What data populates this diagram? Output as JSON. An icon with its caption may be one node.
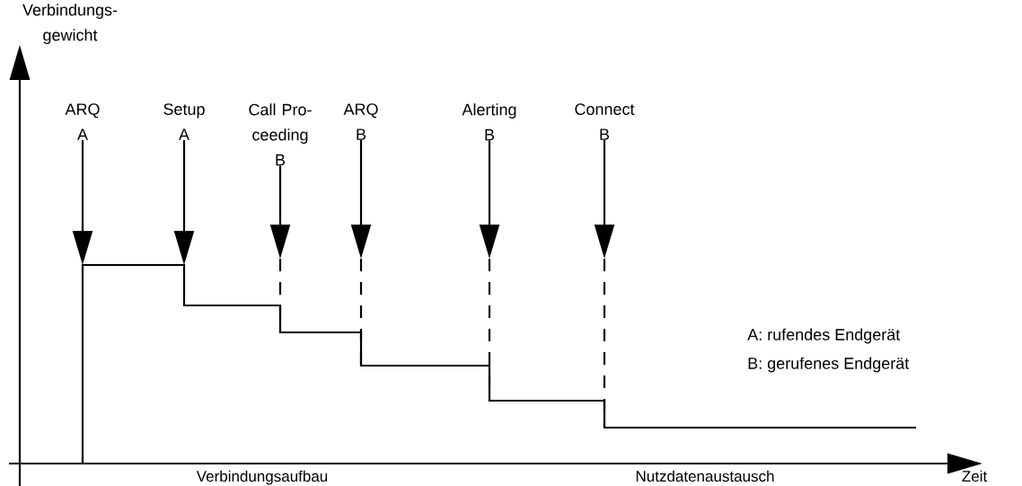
{
  "diagram": {
    "nodes": [
      {
        "text": [
          "ARQ",
          "A"
        ]
      },
      {
        "text": [
          "Setup",
          "A"
        ]
      },
      {
        "text": [
          "Call Pro- ceeding",
          "B"
        ]
      },
      {
        "text": [
          "ARQ",
          "B"
        ]
      },
      {
        "text": [
          "Alerting",
          "B"
        ]
      },
      {
        "text": [
          "Connect",
          "B"
        ]
      }
    ],
    "edges": [
      {
        "from": 0,
        "to": null,
        "arrow": "to"
      },
      {
        "from": 1,
        "to": null,
        "arrow": "to"
      },
      {
        "from": 2,
        "to": null,
        "arrow": "to"
      },
      {
        "from": 3,
        "to": null,
        "arrow": "to"
      },
      {
        "from": 4,
        "to": null,
        "arrow": "to"
      },
      {
        "from": 5,
        "to": null,
        "arrow": "to"
      }
    ],
    "labels": [
      "Verbindungs- gewicht",
      "A: rufendes Endgerät",
      "B: gerufenes Endgerät",
      "Verbindungsaufbau",
      "Nutzdatenaustausch",
      "Zeit"
    ]
  }
}
